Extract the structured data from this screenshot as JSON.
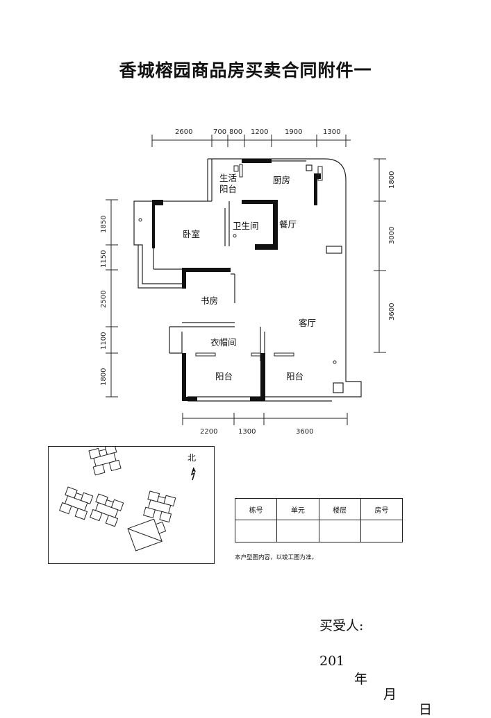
{
  "title": "香城榕园商品房买卖合同附件一",
  "dimensions": {
    "top": [
      "2600",
      "700",
      "800",
      "1200",
      "1900",
      "1300"
    ],
    "right": [
      "1800",
      "3000",
      "3600"
    ],
    "left": [
      "1850",
      "1150",
      "2500",
      "1100",
      "1800"
    ],
    "bottom": [
      "2200",
      "1300",
      "3600"
    ]
  },
  "rooms": {
    "living_balcony_1": "生活",
    "living_balcony_2": "阳台",
    "kitchen": "厨房",
    "dining": "餐厅",
    "bathroom": "卫生间",
    "bedroom": "卧室",
    "study": "书房",
    "living_room": "客厅",
    "cloakroom": "衣帽间",
    "balcony_left": "阳台",
    "balcony_right": "阳台"
  },
  "site_map": {
    "north_label": "北"
  },
  "info_table": {
    "headers": [
      "栋号",
      "单元",
      "楼层",
      "房号"
    ],
    "values": [
      "",
      "",
      "",
      ""
    ]
  },
  "note": "本户型图内容，以竣工图为准。",
  "buyer_label": "买受人:",
  "date": {
    "year": "201",
    "year_label": "年",
    "month_label": "月",
    "day_label": "日"
  }
}
